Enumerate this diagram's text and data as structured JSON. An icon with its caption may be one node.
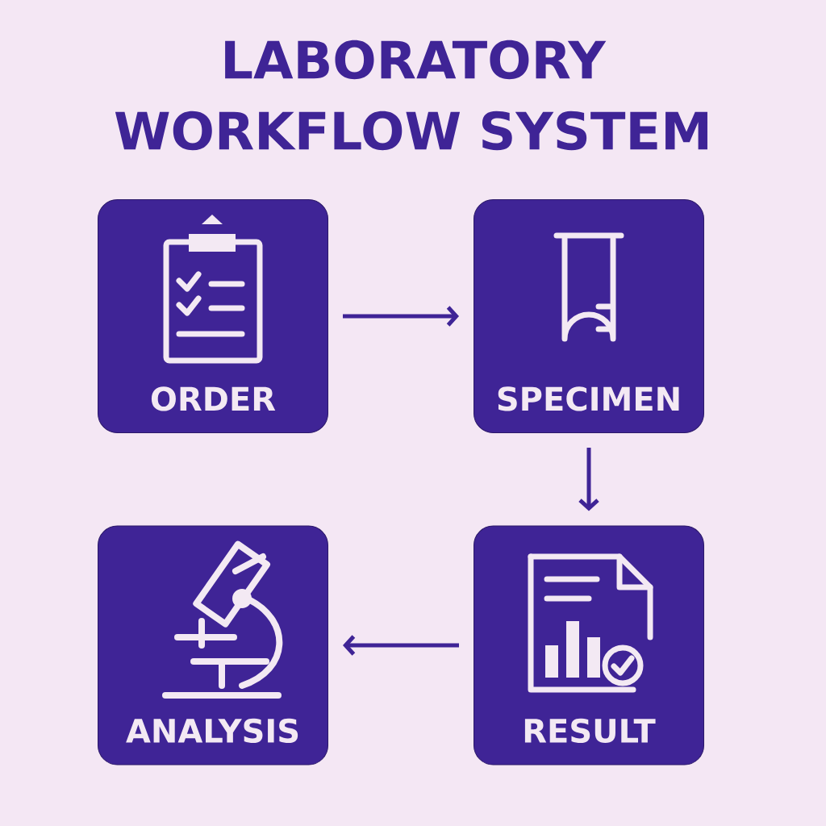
{
  "diagram": {
    "title": "LABORATORY WORKFLOW SYSTEM",
    "nodes": [
      {
        "text": [
          "ORDER"
        ]
      },
      {
        "text": [
          "SPECIMEN"
        ]
      },
      {
        "text": [
          "ANALYSIS"
        ]
      },
      {
        "text": [
          "RESULT"
        ]
      }
    ],
    "edges": [
      {
        "from": 0,
        "to": 1,
        "arrow": "to"
      },
      {
        "from": 1,
        "to": 3,
        "arrow": "to"
      },
      {
        "from": 3,
        "to": 2,
        "arrow": "to"
      }
    ]
  }
}
